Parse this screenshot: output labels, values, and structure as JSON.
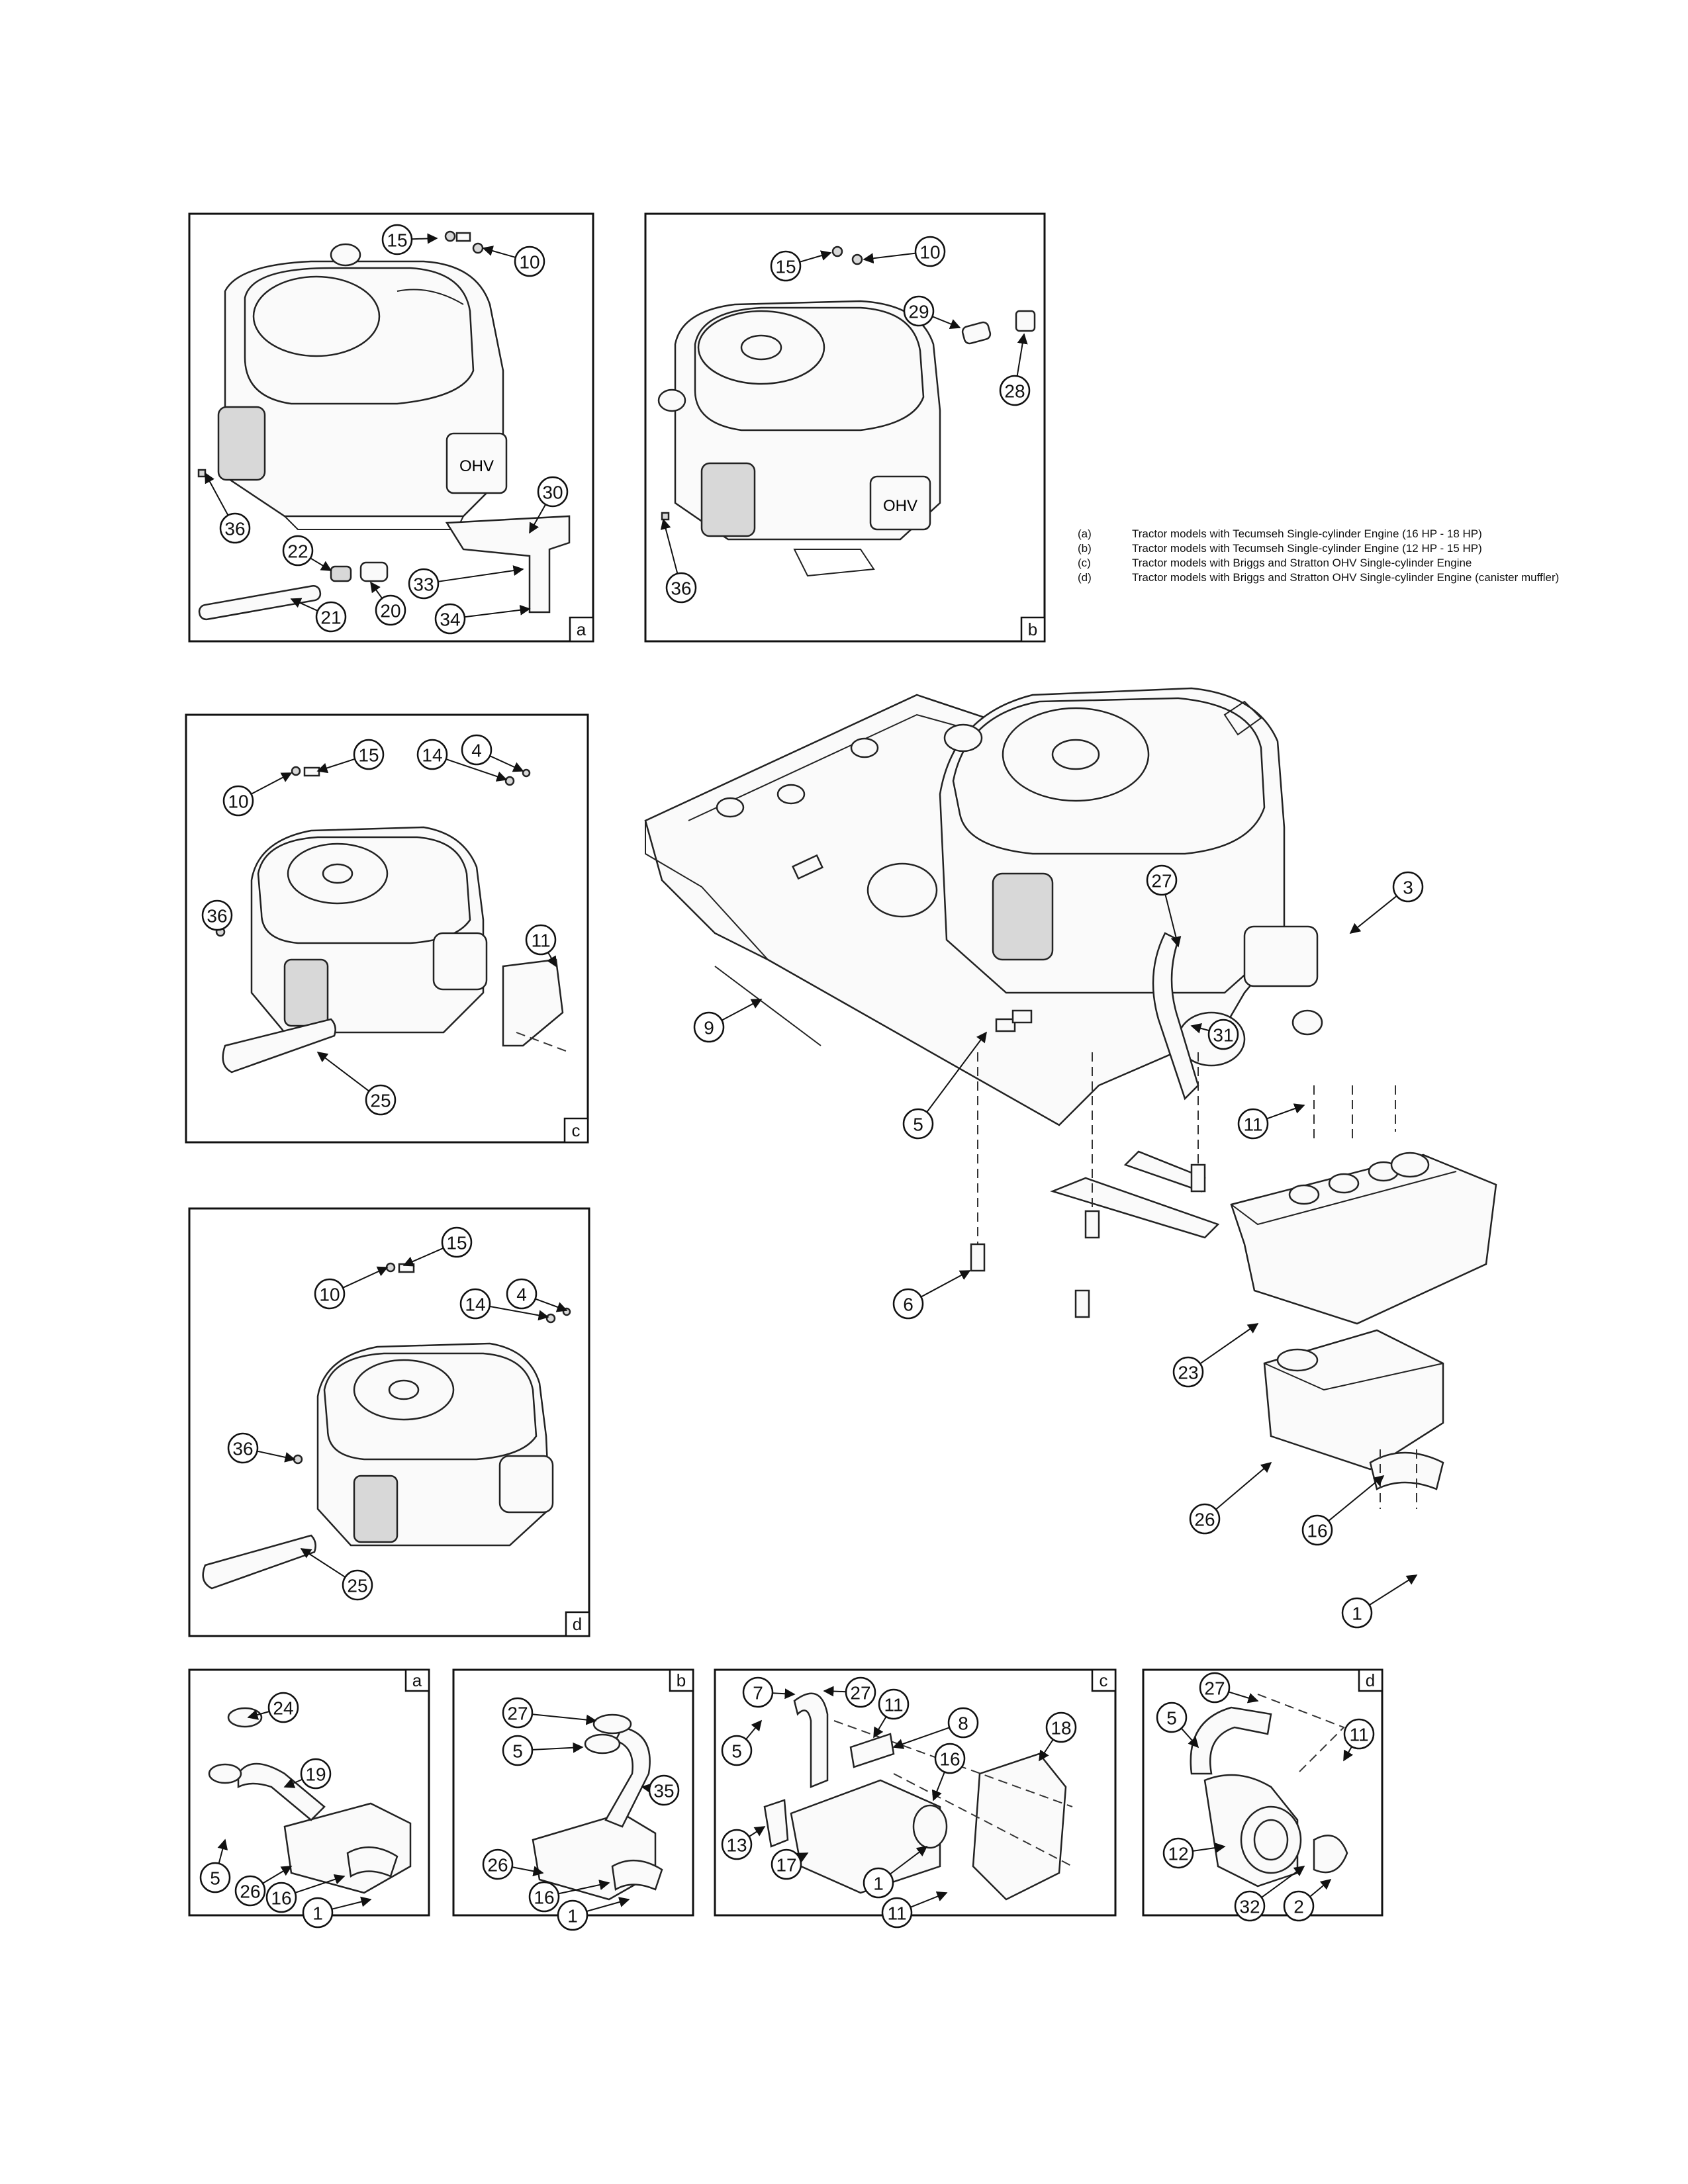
{
  "legend": [
    {
      "key": "(a)",
      "text": "Tractor models with Tecumseh Single-cylinder Engine (16 HP - 18 HP)"
    },
    {
      "key": "(b)",
      "text": "Tractor models with Tecumseh Single-cylinder Engine (12 HP - 15 HP)"
    },
    {
      "key": "(c)",
      "text": "Tractor models with Briggs and Stratton OHV Single-cylinder Engine"
    },
    {
      "key": "(d)",
      "text": "Tractor models with Briggs and Stratton OHV Single-cylinder Engine (canister muffler)"
    }
  ],
  "panels": [
    {
      "corner": "a",
      "callouts": [
        "15",
        "10",
        "36",
        "22",
        "30",
        "33",
        "34",
        "21",
        "20"
      ]
    },
    {
      "corner": "b",
      "callouts": [
        "15",
        "10",
        "29",
        "28",
        "36"
      ]
    },
    {
      "corner": "c",
      "callouts": [
        "15",
        "14",
        "4",
        "10",
        "36",
        "11",
        "25"
      ]
    },
    {
      "corner": "d",
      "callouts": [
        "15",
        "10",
        "14",
        "4",
        "36",
        "25"
      ]
    },
    {
      "corner": "a",
      "callouts": [
        "24",
        "19",
        "5",
        "26",
        "16",
        "1"
      ]
    },
    {
      "corner": "b",
      "callouts": [
        "27",
        "5",
        "35",
        "26",
        "16",
        "1"
      ]
    },
    {
      "corner": "c",
      "callouts": [
        "7",
        "27",
        "11",
        "8",
        "5",
        "16",
        "18",
        "13",
        "17",
        "1",
        "11"
      ]
    },
    {
      "corner": "d",
      "callouts": [
        "27",
        "5",
        "11",
        "12",
        "32",
        "2"
      ]
    }
  ],
  "main_callouts": [
    "27",
    "3",
    "9",
    "31",
    "5",
    "11",
    "6",
    "23",
    "26",
    "16",
    "1"
  ],
  "engine_labels": {
    "ohv": "OHV"
  }
}
